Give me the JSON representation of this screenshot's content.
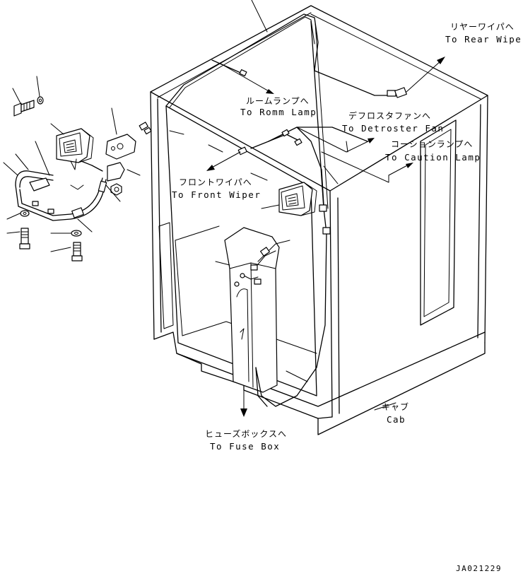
{
  "labels": {
    "rear_wiper": {
      "jp": "リヤーワイパへ",
      "en": "To Rear Wiper"
    },
    "room_lamp": {
      "jp": "ルームランプへ",
      "en": "To Romm Lamp"
    },
    "defroster_fan": {
      "jp": "デフロスタファンへ",
      "en": "To Detroster Fan"
    },
    "caution_lamp": {
      "jp": "コーションランプへ",
      "en": "To Caution Lamp"
    },
    "front_wiper": {
      "jp": "フロントワイパへ",
      "en": "To Front Wiper"
    },
    "cab": {
      "jp": "キャブ",
      "en": "Cab"
    },
    "fuse_box": {
      "jp": "ヒューズボックスへ",
      "en": "To Fuse Box"
    }
  },
  "drawing_code": "JA021229"
}
